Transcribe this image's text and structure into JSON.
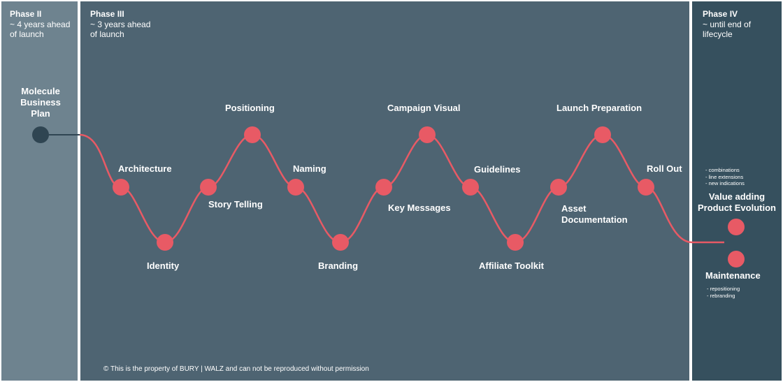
{
  "colors": {
    "phase2_bg": "#6e838f",
    "phase3_bg": "#4e6472",
    "phase4_bg": "#36505e",
    "curve": "#e85a65",
    "node": "#e85a65",
    "start_node": "#2f4552",
    "connector": "#2f4552"
  },
  "phases": {
    "phase2": {
      "title": "Phase II",
      "subtitle_line1": "~ 4 years ahead",
      "subtitle_line2": "of launch"
    },
    "phase3": {
      "title": "Phase III",
      "subtitle_line1": "~ 3 years ahead",
      "subtitle_line2": "of launch"
    },
    "phase4": {
      "title": "Phase IV",
      "subtitle_line1": "~ until end of",
      "subtitle_line2": "lifecycle"
    }
  },
  "start": {
    "line1": "Molecule",
    "line2": "Business",
    "line3": "Plan"
  },
  "steps": [
    {
      "label": "Architecture"
    },
    {
      "label": "Identity"
    },
    {
      "label": "Story Telling"
    },
    {
      "label": "Positioning"
    },
    {
      "label": "Naming"
    },
    {
      "label": "Branding"
    },
    {
      "label": "Key Messages"
    },
    {
      "label": "Campaign Visual"
    },
    {
      "label": "Guidelines"
    },
    {
      "label": "Affiliate Toolkit"
    },
    {
      "label": "Asset",
      "label2": "Documentation"
    },
    {
      "label": "Launch Preparation"
    },
    {
      "label": "Roll Out"
    }
  ],
  "phase4_items": {
    "value_adding": {
      "line1": "Value adding",
      "line2": "Product Evolution",
      "notes": [
        "- combinations",
        "- line extensions",
        "- new indications"
      ]
    },
    "maintenance": {
      "title": "Maintenance",
      "notes": [
        "- repositioning",
        "- rebranding"
      ]
    }
  },
  "copyright": "© This is the property of BURY | WALZ and can not be reproduced without permission"
}
